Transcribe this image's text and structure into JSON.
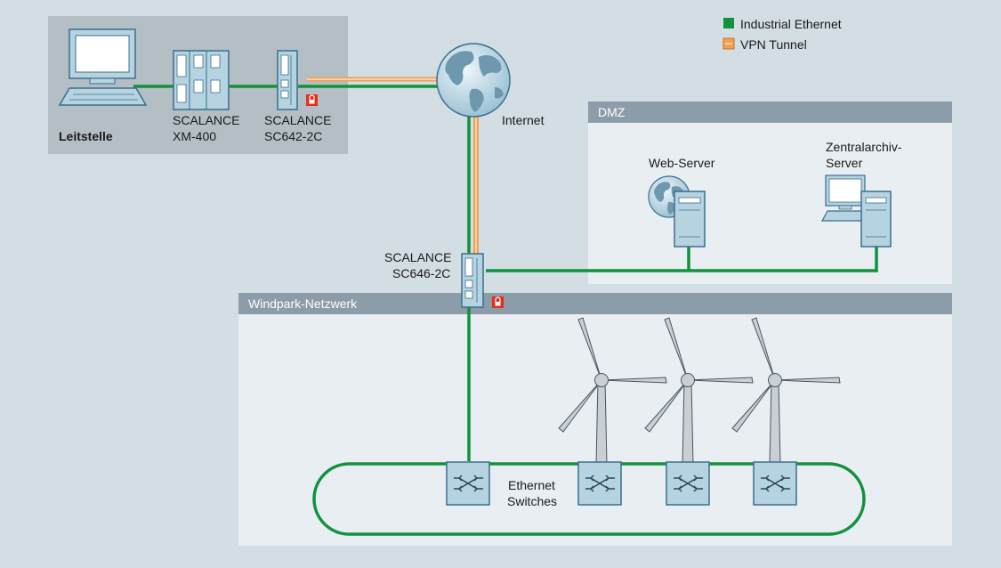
{
  "legend": {
    "industrial_ethernet": "Industrial Ethernet",
    "vpn_tunnel": "VPN Tunnel"
  },
  "colors": {
    "background": "#d3dde4",
    "ethernet": "#12923c",
    "vpn": "#f0a050",
    "zone_header": "#8c9ca8",
    "zone_body": "#e9eef2",
    "control_zone": "#b4bec5",
    "device": "#b5d3e0",
    "device_stroke": "#3c6f8c",
    "lock": "#e0301e"
  },
  "zones": {
    "leitstelle": "Leitstelle",
    "dmz": "DMZ",
    "windpark": "Windpark-Netzwerk"
  },
  "labels": {
    "xm400_line1": "SCALANCE",
    "xm400_line2": "XM-400",
    "sc642_line1": "SCALANCE",
    "sc642_line2": "SC642-2C",
    "internet": "Internet",
    "sc646_line1": "SCALANCE",
    "sc646_line2": "SC646-2C",
    "webserver": "Web-Server",
    "archive_line1": "Zentralarchiv-",
    "archive_line2": "Server",
    "switches_line1": "Ethernet",
    "switches_line2": "Switches"
  },
  "icons": [
    "workstation-icon",
    "switch-rack-icon",
    "security-appliance-icon",
    "globe-icon",
    "lock-icon",
    "server-icon",
    "wind-turbine-icon",
    "ethernet-switch-icon"
  ]
}
